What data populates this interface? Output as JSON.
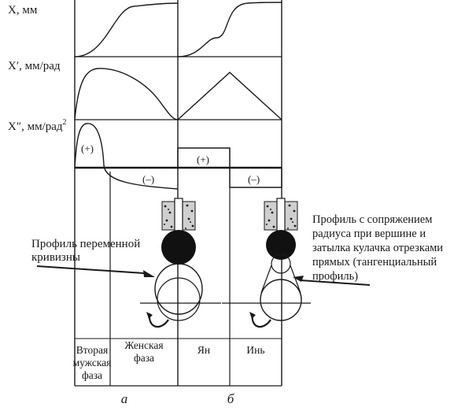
{
  "axes": {
    "x_label": "X, мм",
    "xp_label": "X′, мм/рад",
    "xpp_label": "X″, мм/рад",
    "xpp_sup": "2"
  },
  "signs": {
    "plus": "(+)",
    "minus": "(–)"
  },
  "annotations": {
    "left_line1": "Профиль переменной",
    "left_line2": "кривизны",
    "right_line1": "Профиль с сопряжением",
    "right_line2": "радиуса при вершине и",
    "right_line3": "затылка кулачка отрезками",
    "right_line4": "прямых (тангенциальный",
    "right_line5": "профиль)"
  },
  "phases": {
    "p1_line1": "Вторая",
    "p1_line2": "мужская",
    "p1_line3": "фаза",
    "p2_line1": "Женская",
    "p2_line2": "фаза",
    "p3": "Ян",
    "p4": "Инь"
  },
  "captions": {
    "a": "а",
    "b": "б"
  },
  "colors": {
    "ink": "#1a1a1a",
    "fill": "#111111"
  }
}
